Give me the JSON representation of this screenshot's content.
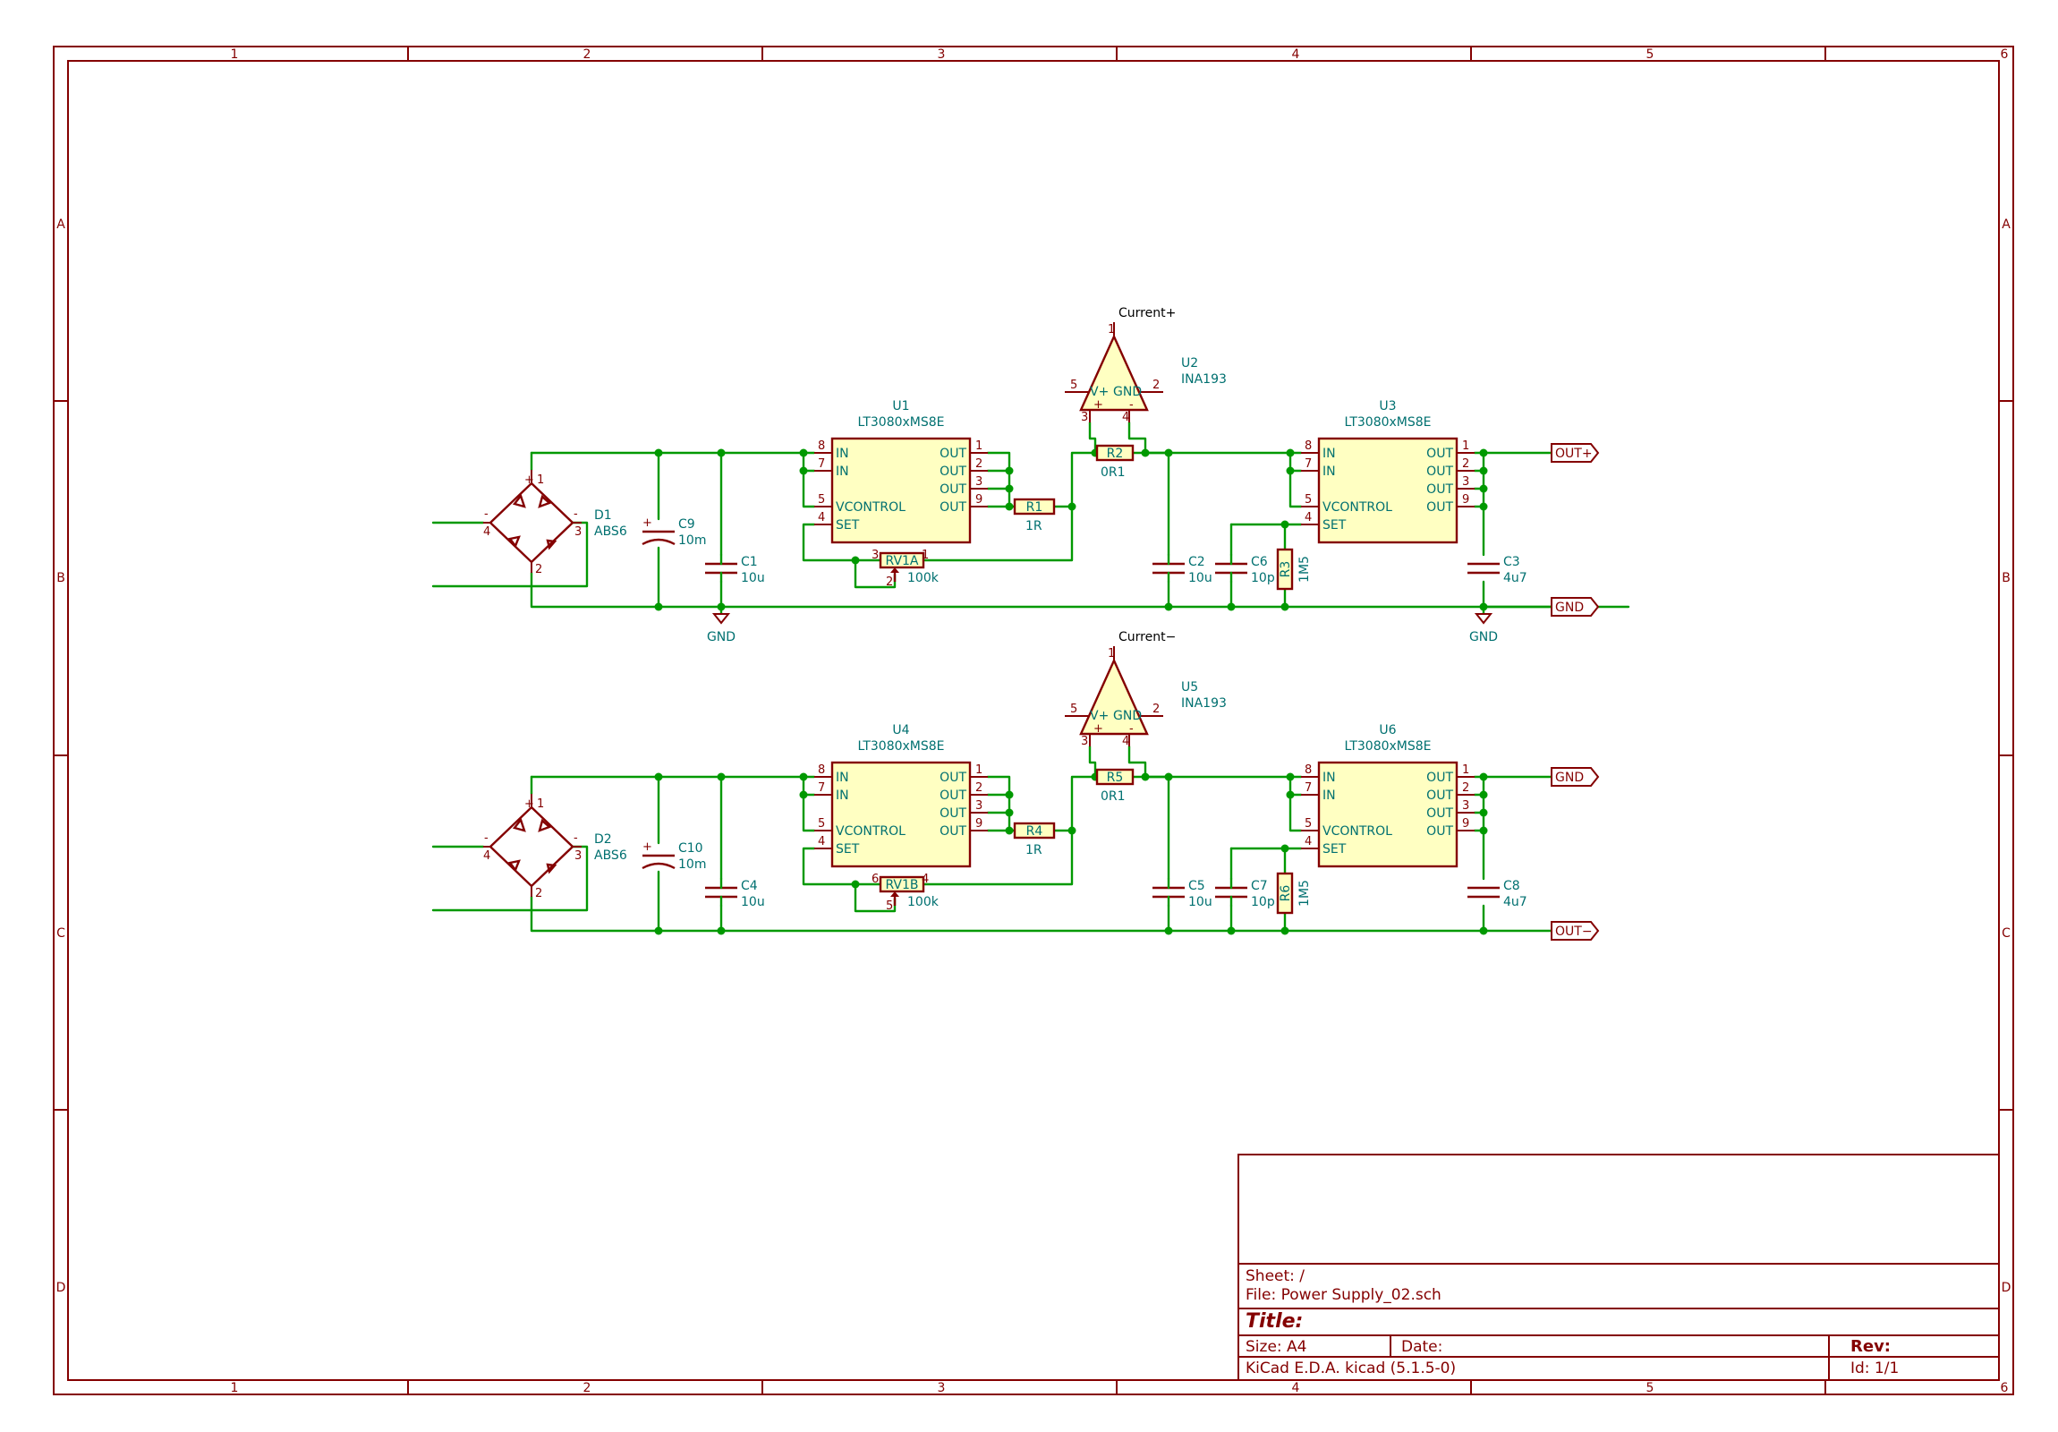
{
  "title_block": {
    "sheet": "Sheet: /",
    "file": "File: Power Supply_02.sch",
    "title": "Title:",
    "size": "Size: A4",
    "date": "Date:",
    "rev": "Rev:",
    "tool": "KiCad E.D.A.  kicad (5.1.5-0)",
    "id": "Id: 1/1"
  },
  "frame": {
    "columns": [
      "1",
      "2",
      "3",
      "4",
      "5",
      "6"
    ],
    "rows": [
      "A",
      "B",
      "C",
      "D"
    ]
  },
  "net_labels": {
    "current_plus": "Current+",
    "current_minus": "Current−",
    "out_plus": "OUT+",
    "out_minus": "OUT−",
    "gnd": "GND"
  },
  "power_symbols": {
    "gnd_label": "GND"
  },
  "components": {
    "D1": {
      "ref": "D1",
      "value": "ABS6"
    },
    "D2": {
      "ref": "D2",
      "value": "ABS6"
    },
    "C9": {
      "ref": "C9",
      "value": "10m"
    },
    "C10": {
      "ref": "C10",
      "value": "10m"
    },
    "C1": {
      "ref": "C1",
      "value": "10u"
    },
    "C4": {
      "ref": "C4",
      "value": "10u"
    },
    "U1": {
      "ref": "U1",
      "value": "LT3080xMS8E"
    },
    "U4": {
      "ref": "U4",
      "value": "LT3080xMS8E"
    },
    "U3": {
      "ref": "U3",
      "value": "LT3080xMS8E"
    },
    "U6": {
      "ref": "U6",
      "value": "LT3080xMS8E"
    },
    "U2": {
      "ref": "U2",
      "value": "INA193"
    },
    "U5": {
      "ref": "U5",
      "value": "INA193"
    },
    "R1": {
      "ref": "R1",
      "value": "1R"
    },
    "R4": {
      "ref": "R4",
      "value": "1R"
    },
    "R2": {
      "ref": "R2",
      "value": "0R1"
    },
    "R5": {
      "ref": "R5",
      "value": "0R1"
    },
    "RV1A": {
      "ref": "RV1A",
      "value": "100k"
    },
    "RV1B": {
      "ref": "RV1B",
      "value": "100k"
    },
    "C2": {
      "ref": "C2",
      "value": "10u"
    },
    "C5": {
      "ref": "C5",
      "value": "10u"
    },
    "C6": {
      "ref": "C6",
      "value": "10p"
    },
    "C7": {
      "ref": "C7",
      "value": "10p"
    },
    "R3": {
      "ref": "R3",
      "value": "1M5"
    },
    "R6": {
      "ref": "R6",
      "value": "1M5"
    },
    "C3": {
      "ref": "C3",
      "value": "4u7"
    },
    "C8": {
      "ref": "C8",
      "value": "4u7"
    }
  },
  "pin_names": {
    "in": "IN",
    "out": "OUT",
    "vcontrol": "VCONTROL",
    "set": "SET",
    "vplus": "V+",
    "gnd": "GND"
  },
  "pin_numbers": {
    "ldo_left": [
      "8",
      "7",
      "5",
      "4"
    ],
    "ldo_right": [
      "1",
      "2",
      "3",
      "9"
    ],
    "ina": {
      "vplus": "5",
      "gnd": "2",
      "out": "1",
      "inp": "3",
      "inm": "4"
    },
    "rv1a": [
      "3",
      "2",
      "1"
    ],
    "rv1b": [
      "6",
      "5",
      "4"
    ],
    "bridge": {
      "p": "1",
      "ac1": "4",
      "ac2": "3",
      "n": "2",
      "plus": "+",
      "minus": "-"
    },
    "op_plus": "+",
    "op_minus": "-"
  },
  "colors": {
    "frame": "#840000",
    "wire": "#009900",
    "part_fill": "#ffffc2",
    "ref_text": "#007070",
    "background": "#ffffff"
  }
}
